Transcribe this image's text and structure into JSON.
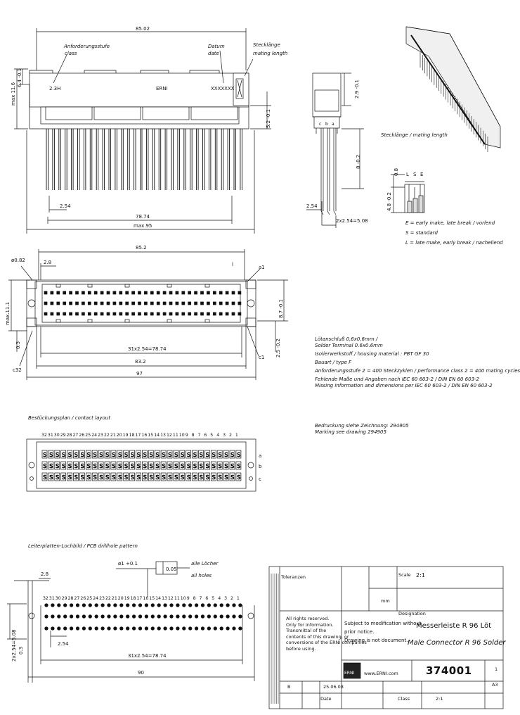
{
  "top_view": {
    "dim_width": "85.02",
    "class_label": "Anforderungsstufe",
    "class_label_en": "class",
    "class_value": "2.3H",
    "date_label": "Datum",
    "date_label_en": "date",
    "date_value": "XXXXXXX",
    "brand_mark": "ERNI",
    "mating_label": "Stecklänge",
    "mating_label_en": "mating length",
    "max_height": "max 11.6",
    "dim_6_4": "6.4 -0.1",
    "dim_2_54": "2.54",
    "dim_78_74": "78.74",
    "dim_max95": "max.95",
    "dim_5_2": "5.2 -0.1"
  },
  "side_view": {
    "dim_2_9": "2.9 -0.1",
    "dim_8": "8 -0.2",
    "dim_2_54": "2.54",
    "dim_2x2_54": "2x2.54=5.08",
    "pin_labels": [
      "c",
      "b",
      "a"
    ]
  },
  "mating_detail": {
    "title": "Stecklänge / mating length",
    "dim_0_8": "0.8",
    "dim_4_8": "4.8 -0.2",
    "letters": [
      "L",
      "S",
      "E"
    ],
    "legend": [
      "E = early make, late break / vorlend",
      "S = standard",
      "L = late make, early break / nachellend"
    ]
  },
  "front_view": {
    "dim_85_2": "85.2",
    "dim_2_8": "2.8",
    "dim_0_82": "ø0.82",
    "dim_l": "l",
    "dim_a1": "a1",
    "dim_c1": "c1",
    "dim_c32": "c32",
    "dim_31x": "31x2.54=78.74",
    "dim_83_2": "83.2",
    "dim_97": "97",
    "dim_max11": "max.11.1",
    "dim_8_7": "8.7 -0.1",
    "dim_0_3": "0.3",
    "dim_2_5": "2.5 -0.2"
  },
  "notes": [
    "Lötanschluß 0,6x0,6mm /",
    "Solder Terminal 0.6x0.6mm",
    "Isolierwerkstoff / housing material : PBT GF 30",
    "Bauart / type F",
    "Anforderungsstufe 2 = 400 Steckzyklen / performance class 2 = 400 mating cycles",
    "Fehlende Maße und Angaben nach IEC 60 603-2 / DIN EN 60 603-2",
    "Missing information and dimensions per IEC 60 603-2 / DIN EN 60 603-2"
  ],
  "assembly_note": [
    "Bedruckung siehe Zeichnung: 294905",
    "Marking see drawing 294905"
  ],
  "contact_layout": {
    "title": "Bestückungsplan / contact layout",
    "numbers": [
      "32",
      "31",
      "30",
      "29",
      "28",
      "27",
      "26",
      "25",
      "24",
      "23",
      "22",
      "21",
      "20",
      "19",
      "18",
      "17",
      "16",
      "15",
      "14",
      "13",
      "12",
      "11",
      "10",
      "9",
      "8",
      "7",
      "6",
      "5",
      "4",
      "3",
      "2",
      "1"
    ],
    "rows": [
      "a",
      "b",
      "c"
    ]
  },
  "pcb_pattern": {
    "title": "Leiterplatten-Lochbild / PCB drillhole pattern",
    "dim_hole": "ø1 +0.1",
    "tolerance": "0.05",
    "all_holes_de": "alle Löcher",
    "all_holes_en": "all holes",
    "dim_2_8": "2.8",
    "dim_2_54": "2.54",
    "dim_31x": "31x2.54=78.74",
    "dim_90": "90",
    "dim_2x": "2x2.54=5.08",
    "dim_0_3": "0.3",
    "numbers": [
      "32",
      "31",
      "30",
      "29",
      "28",
      "27",
      "26",
      "25",
      "24",
      "23",
      "22",
      "21",
      "20",
      "19",
      "18",
      "17",
      "16",
      "15",
      "14",
      "13",
      "12",
      "11",
      "10",
      "9",
      "8",
      "7",
      "6",
      "5",
      "4",
      "3",
      "2",
      "1"
    ]
  },
  "title_block": {
    "tolerances_label": "Toleranzen",
    "scale_label": "Scale",
    "scale_value": "2:1",
    "units": "mm",
    "designation_label": "Designation",
    "rights_lines": [
      "All rights reserved.",
      "Only for information.",
      "Transmittal of the",
      "contents of this drawing, or",
      "conversions of the ERNI companies",
      "before using."
    ],
    "change_lines": [
      "Subject to modification without",
      "prior notice.",
      "Drawing is not document."
    ],
    "name_de": "Messerleiste R 96 Löt",
    "name_en": "Male Connector R 96 Solder",
    "drawing_number": "374001",
    "sheet": "1",
    "size": "A3",
    "web": "www.ERNI.com",
    "brand": "ERNI",
    "rev_label": "B",
    "date_value": "25.06.08",
    "row_labels": [
      "Date",
      "Class"
    ],
    "scale_bottom": "2:1"
  }
}
